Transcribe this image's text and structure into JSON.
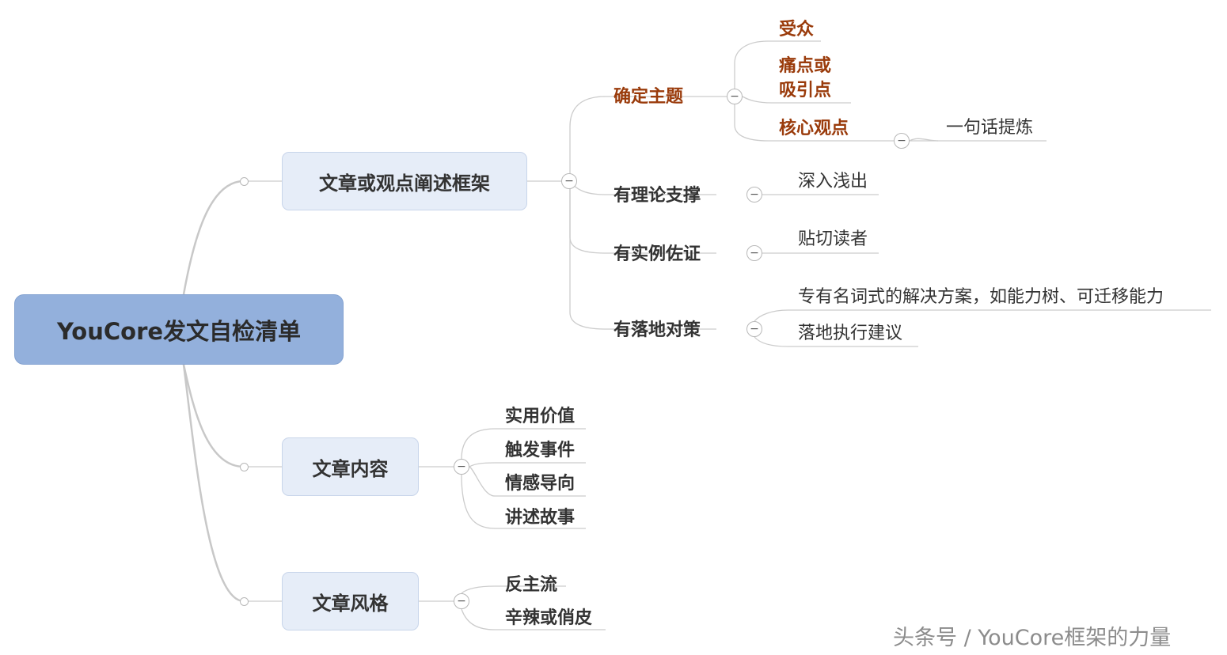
{
  "root": "YouCore发文自检清单",
  "branches": {
    "framework": {
      "label": "文章或观点阐述框架",
      "topic": {
        "label": "确定主题",
        "items": [
          "受众",
          "痛点或",
          "吸引点",
          "核心观点"
        ],
        "core_child": "一句话提炼"
      },
      "theory": {
        "label": "有理论支撑",
        "child": "深入浅出"
      },
      "example": {
        "label": "有实例佐证",
        "child": "贴切读者"
      },
      "action": {
        "label": "有落地对策",
        "children": [
          "专有名词式的解决方案，如能力树、可迁移能力",
          "落地执行建议"
        ]
      }
    },
    "content": {
      "label": "文章内容",
      "items": [
        "实用价值",
        "触发事件",
        "情感导向",
        "讲述故事"
      ]
    },
    "style": {
      "label": "文章风格",
      "items": [
        "反主流",
        "辛辣或俏皮"
      ]
    }
  },
  "collapse_symbol": "−",
  "watermark": "头条号 / YouCore框架的力量",
  "colors": {
    "root_fill": "#93b0dc",
    "main_fill": "#e6edf8",
    "accent_text": "#9a3b0b",
    "line": "#c8c8c8"
  }
}
